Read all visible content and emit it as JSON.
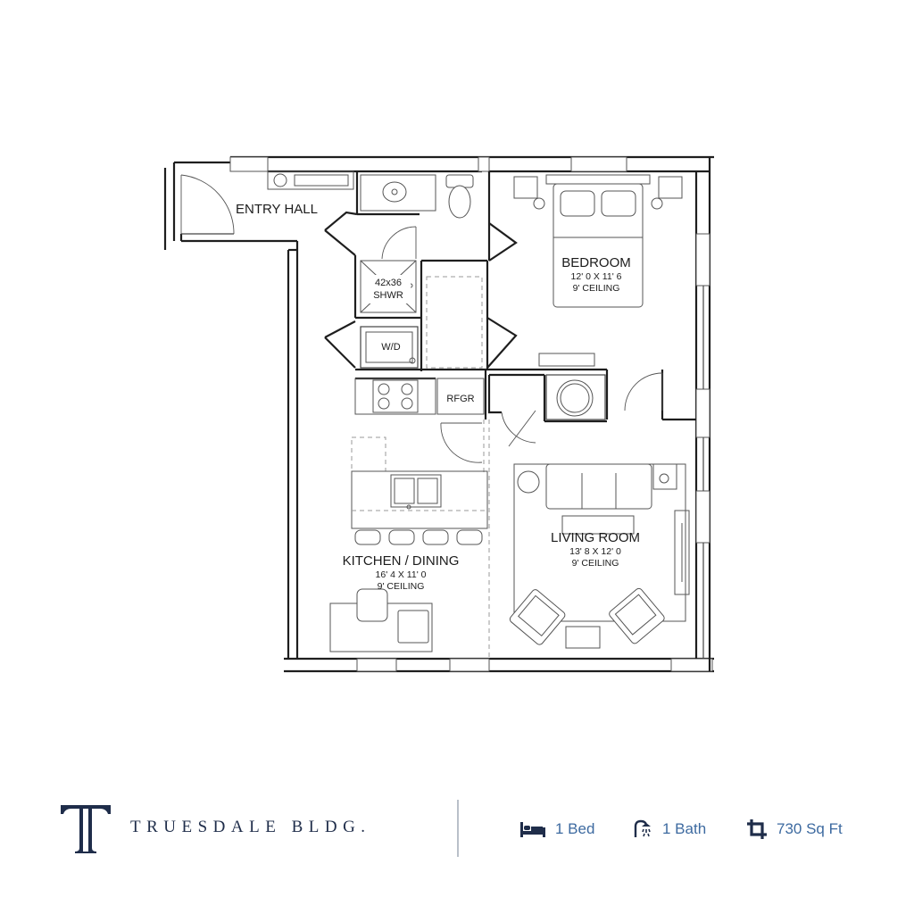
{
  "rooms": {
    "entry_hall": {
      "name": "ENTRY HALL"
    },
    "bedroom": {
      "name": "BEDROOM",
      "size": "12' 0 X 11' 6",
      "ceiling": "9' CEILING"
    },
    "kitchen_dining": {
      "name": "KITCHEN / DINING",
      "size": "16' 4 X 11' 0",
      "ceiling": "9' CEILING"
    },
    "living_room": {
      "name": "LIVING ROOM",
      "size": "13' 8 X 12' 0",
      "ceiling": "9' CEILING"
    }
  },
  "fixtures": {
    "shower": {
      "size": "42x36",
      "label": "SHWR"
    },
    "washer_dryer": "W/D",
    "refrigerator": "RFGR"
  },
  "brand": {
    "name": "TRUESDALE BLDG.",
    "logo_letter": "T"
  },
  "stats": {
    "bedrooms": {
      "icon": "bed-icon",
      "label": "1 Bed"
    },
    "bathrooms": {
      "icon": "shower-icon",
      "label": "1 Bath"
    },
    "area": {
      "icon": "area-crop-icon",
      "label": "730 Sq Ft"
    }
  },
  "colors": {
    "navy": "#1f2d4a",
    "accent_blue": "#3d6aa0",
    "divider": "#b9c0c9",
    "wall": "#1e1e1e"
  }
}
